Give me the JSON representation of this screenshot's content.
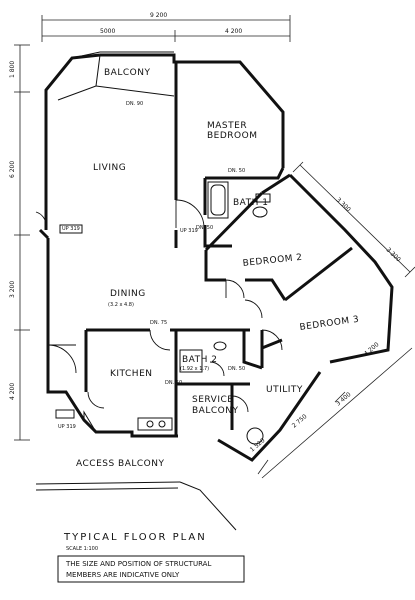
{
  "plan": {
    "rooms": {
      "balcony": "BALCONY",
      "master_bedroom_line1": "MASTER",
      "master_bedroom_line2": "BEDROOM",
      "living": "LIVING",
      "bath1": "BATH 1",
      "bedroom2": "BEDROOM 2",
      "dining": "DINING",
      "dining_size": "(3.2 x 4.8)",
      "bedroom3": "BEDROOM 3",
      "kitchen": "KITCHEN",
      "bath2": "BATH 2",
      "bath2_size": "(1.92 x 1.7)",
      "service_balcony_line1": "SERVICE",
      "service_balcony_line2": "BALCONY",
      "utility": "UTILITY",
      "access_balcony": "ACCESS   BALCONY"
    },
    "small_labels": {
      "dn90": "DN. 90",
      "dn50a": "DN. 50",
      "dn50b": "DN. 50",
      "dn75": "DN. 75",
      "dn50c": "DN. 50",
      "dn50d": "DN. 50",
      "up319_upper": "UP 319",
      "up319_lower": "UP 319",
      "up319_right": "UP 319"
    },
    "dimensions": {
      "top_total": "9 200",
      "top_left": "5000",
      "top_right": "4 200",
      "left_1": "1 800",
      "left_2": "6 200",
      "left_3": "3 200",
      "left_4": "4 200",
      "diag_a": "3 300",
      "diag_b": "3 300",
      "diag_c": "4 200",
      "diag_d": "3 400",
      "bottom_a": "1 520",
      "bottom_b": "2 750"
    },
    "title": "TYPICAL  FLOOR  PLAN",
    "scale": "SCALE  1:100",
    "note_line1": "THE SIZE AND POSITION OF STRUCTURAL",
    "note_line2": "MEMBERS ARE INDICATIVE ONLY"
  }
}
